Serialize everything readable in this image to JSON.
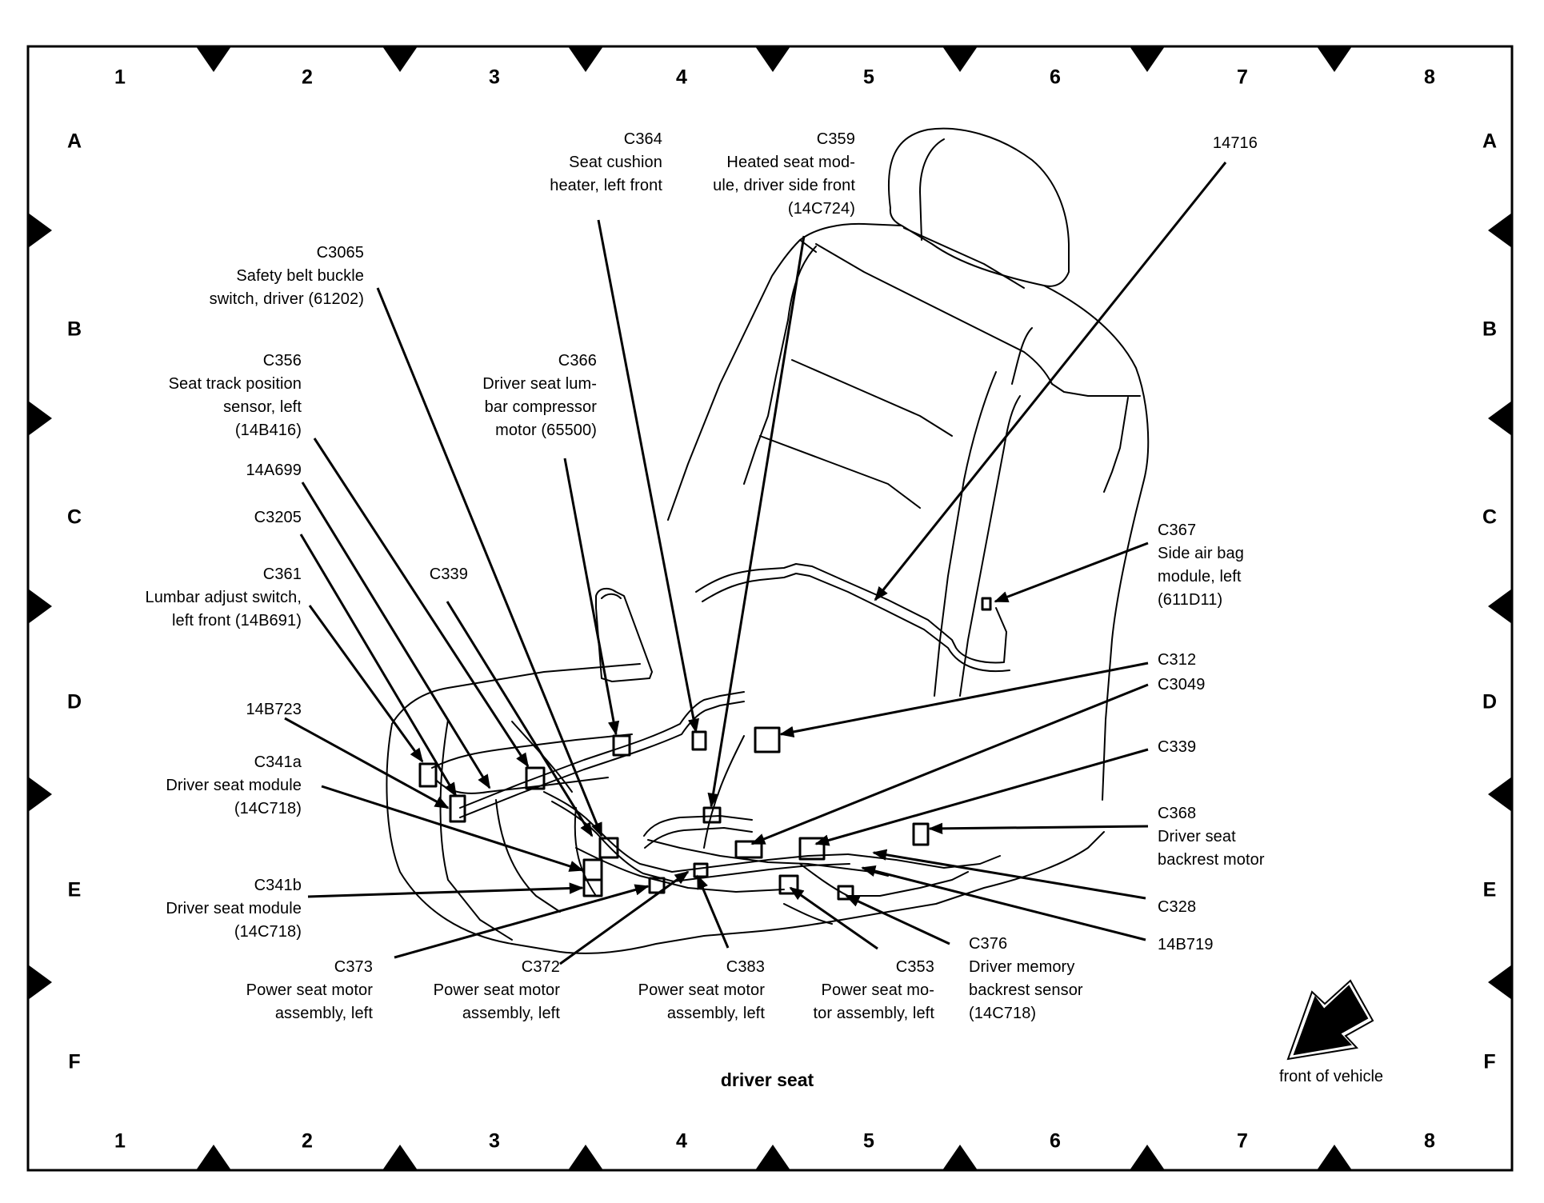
{
  "diagram": {
    "title": "driver seat",
    "orientation_label": "front of vehicle",
    "grid": {
      "columns": [
        "1",
        "2",
        "3",
        "4",
        "5",
        "6",
        "7",
        "8"
      ],
      "rows": [
        "A",
        "B",
        "C",
        "D",
        "E",
        "F"
      ]
    },
    "callouts": [
      {
        "id": "c364",
        "lines": [
          "C364",
          "Seat cushion",
          "heater, left front"
        ]
      },
      {
        "id": "c359",
        "lines": [
          "C359",
          "Heated seat mod-",
          "ule, driver side front",
          "(14C724)"
        ]
      },
      {
        "id": "p14716",
        "lines": [
          "14716"
        ]
      },
      {
        "id": "c3065",
        "lines": [
          "C3065",
          "Safety belt buckle",
          "switch, driver (61202)"
        ]
      },
      {
        "id": "c356",
        "lines": [
          "C356",
          "Seat track position",
          "sensor, left",
          "(14B416)"
        ]
      },
      {
        "id": "c366",
        "lines": [
          "C366",
          "Driver seat lum-",
          "bar compressor",
          "motor (65500)"
        ]
      },
      {
        "id": "p14a699",
        "lines": [
          "14A699"
        ]
      },
      {
        "id": "c3205",
        "lines": [
          "C3205"
        ]
      },
      {
        "id": "c361",
        "lines": [
          "C361",
          "Lumbar adjust switch,",
          "left front (14B691)"
        ]
      },
      {
        "id": "c339a",
        "lines": [
          "C339"
        ]
      },
      {
        "id": "p14b723",
        "lines": [
          "14B723"
        ]
      },
      {
        "id": "c341a",
        "lines": [
          "C341a",
          "Driver seat module",
          "(14C718)"
        ]
      },
      {
        "id": "c341b",
        "lines": [
          "C341b",
          "Driver seat module",
          "(14C718)"
        ]
      },
      {
        "id": "c373",
        "lines": [
          "C373",
          "Power seat motor",
          "assembly, left"
        ]
      },
      {
        "id": "c372",
        "lines": [
          "C372",
          "Power seat motor",
          "assembly, left"
        ]
      },
      {
        "id": "c383",
        "lines": [
          "C383",
          "Power seat motor",
          "assembly, left"
        ]
      },
      {
        "id": "c353",
        "lines": [
          "C353",
          "Power seat mo-",
          "tor assembly, left"
        ]
      },
      {
        "id": "c376",
        "lines": [
          "C376",
          "Driver memory",
          "backrest sensor",
          "(14C718)"
        ]
      },
      {
        "id": "c367",
        "lines": [
          "C367",
          "Side air bag",
          "module, left",
          "(611D11)"
        ]
      },
      {
        "id": "c312",
        "lines": [
          "C312"
        ]
      },
      {
        "id": "c3049",
        "lines": [
          "C3049"
        ]
      },
      {
        "id": "c339b",
        "lines": [
          "C339"
        ]
      },
      {
        "id": "c368",
        "lines": [
          "C368",
          "Driver seat",
          "backrest motor"
        ]
      },
      {
        "id": "c328",
        "lines": [
          "C328"
        ]
      },
      {
        "id": "p14b719",
        "lines": [
          "14B719"
        ]
      }
    ]
  }
}
